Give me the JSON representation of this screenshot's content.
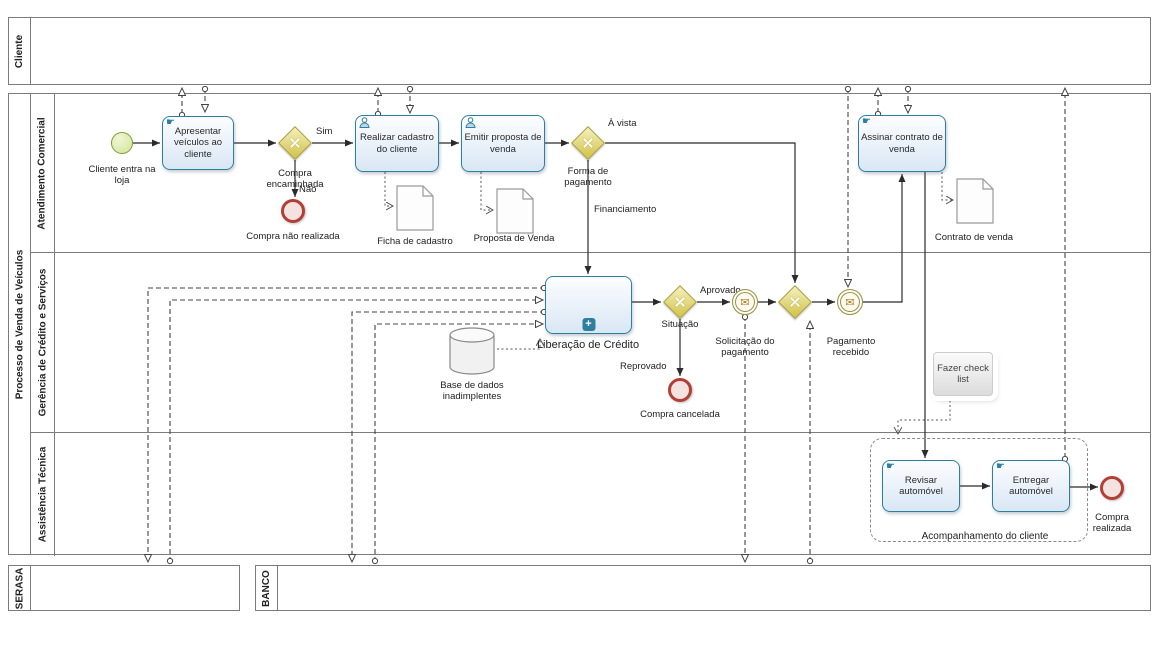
{
  "pools": {
    "cliente": {
      "label": "Cliente"
    },
    "main": {
      "label": "Processo de Venda de Veículos",
      "lanes": [
        {
          "label": "Atendimento Comercial"
        },
        {
          "label": "Gerência de Crédito e Serviços"
        },
        {
          "label": "Assistência Técnica"
        }
      ]
    },
    "serasa": {
      "label": "SERASA"
    },
    "banco": {
      "label": "BANCO"
    }
  },
  "nodes": {
    "start": {
      "label": "Cliente entra na loja"
    },
    "apresentar": {
      "label": "Apresentar veículos ao cliente"
    },
    "gw_compra": {
      "label": "Compra encaminhada"
    },
    "end_nao": {
      "label": "Compra não realizada"
    },
    "realizar": {
      "label": "Realizar cadastro do cliente"
    },
    "doc_ficha": {
      "label": "Ficha de cadastro"
    },
    "emitir": {
      "label": "Emitir proposta de venda"
    },
    "doc_proposta": {
      "label": "Proposta de Venda"
    },
    "gw_pagamento": {
      "label": "Forma de pagamento"
    },
    "assinar": {
      "label": "Assinar contrato de venda"
    },
    "doc_contrato": {
      "label": "Contrato de venda"
    },
    "liberacao": {
      "label": "Liberação de Crédito"
    },
    "db": {
      "label": "Base de dados inadimplentes"
    },
    "gw_situacao": {
      "label": "Situação"
    },
    "end_cancelada": {
      "label": "Compra cancelada"
    },
    "msg_solicitacao": {
      "label": "Solicitação do pagamento"
    },
    "msg_recebido": {
      "label": "Pagamento recebido"
    },
    "checklist": {
      "label": "Fazer check list"
    },
    "revisar": {
      "label": "Revisar automóvel"
    },
    "entregar": {
      "label": "Entregar automóvel"
    },
    "end_realizada": {
      "label": "Compra realizada"
    },
    "group": {
      "label": "Acompanhamento do cliente"
    }
  },
  "edge_labels": {
    "sim": "Sim",
    "nao": "Não",
    "a_vista": "À vista",
    "financiamento": "Financiamento",
    "aprovado": "Aprovado",
    "reprovado": "Reprovado"
  },
  "icons": {
    "envelope": "✉",
    "manual_task": "☛",
    "subprocess_plus": "+"
  },
  "colors": {
    "task_border": "#2e7f9f",
    "gateway_fill": "#d0c245",
    "start_stroke": "#7d9c3c",
    "end_stroke": "#b23f35",
    "message_stroke": "#9b9140"
  }
}
